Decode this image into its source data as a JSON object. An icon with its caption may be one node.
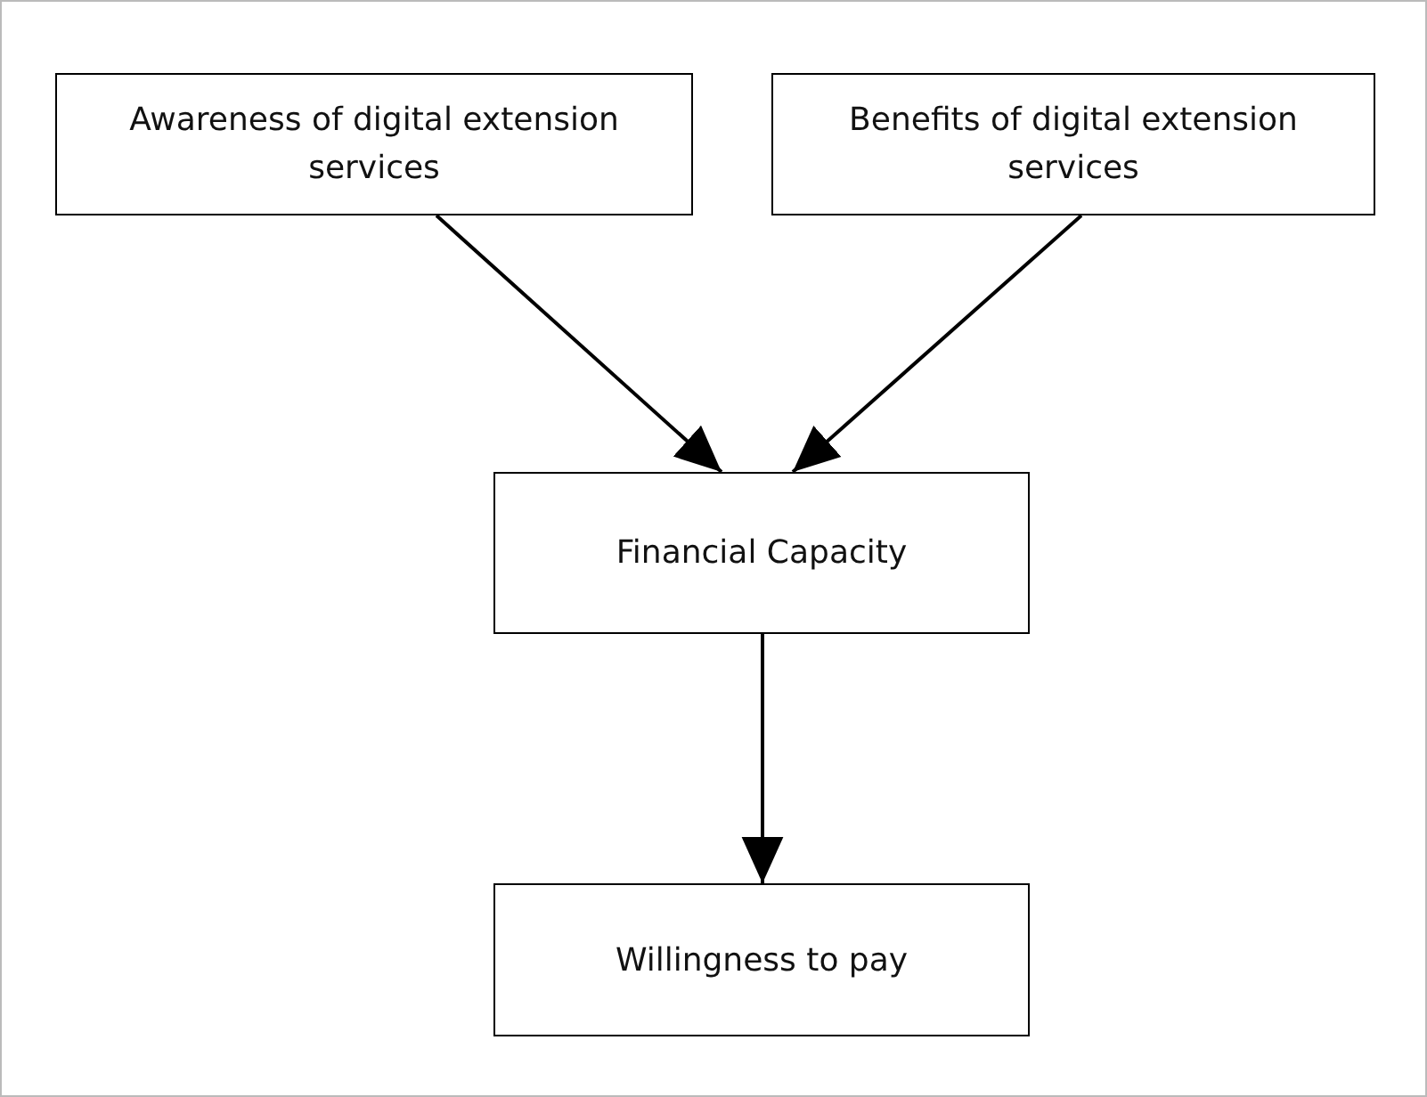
{
  "diagram": {
    "nodes": [
      {
        "text": [
          "Awareness of digital extension services"
        ]
      },
      {
        "text": [
          "Benefits of digital extension services"
        ]
      },
      {
        "text": [
          "Financial Capacity"
        ]
      },
      {
        "text": [
          "Willingness to pay"
        ]
      }
    ],
    "edges": [
      {
        "from": 0,
        "to": 2,
        "arrow": "to"
      },
      {
        "from": 1,
        "to": 2,
        "arrow": "to"
      },
      {
        "from": 2,
        "to": 3,
        "arrow": "to"
      }
    ]
  }
}
